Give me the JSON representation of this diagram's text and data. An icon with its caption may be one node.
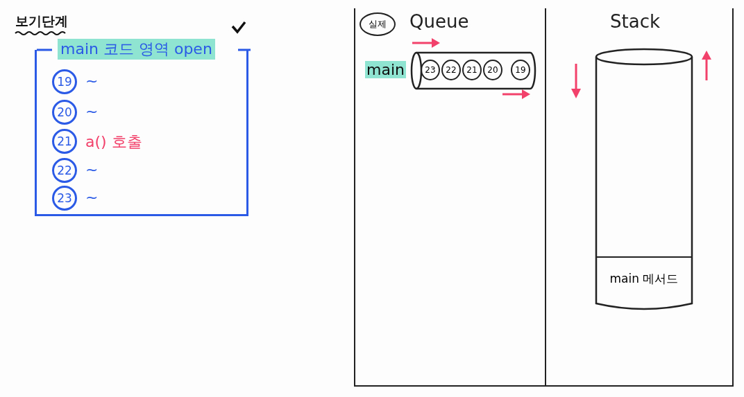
{
  "diagram": {
    "nodes": [
      {
        "text": [
          "main 코드 영역 open"
        ]
      },
      {
        "text": [
          "19"
        ],
        "in": 0,
        "beside": [
          "~"
        ]
      },
      {
        "text": [
          "20"
        ],
        "in": 0,
        "beside": [
          "~"
        ]
      },
      {
        "text": [
          "21"
        ],
        "in": 0,
        "beside": [
          "a() 호출"
        ]
      },
      {
        "text": [
          "22"
        ],
        "in": 0,
        "beside": [
          "~"
        ]
      },
      {
        "text": [
          "23"
        ],
        "in": 0,
        "beside": [
          "~"
        ]
      },
      {
        "text": [
          "Queue"
        ]
      },
      {
        "text": [
          "실제"
        ],
        "in": 6
      },
      {
        "text": [],
        "shape": "cylinder",
        "in": 6
      },
      {
        "text": [
          "23"
        ],
        "in": 8
      },
      {
        "text": [
          "22"
        ],
        "in": 8
      },
      {
        "text": [
          "21"
        ],
        "in": 8
      },
      {
        "text": [
          "20"
        ],
        "in": 8
      },
      {
        "text": [
          "19"
        ],
        "in": 8
      },
      {
        "text": [
          "Stack"
        ]
      },
      {
        "text": [],
        "shape": "cylinder",
        "in": 14
      },
      {
        "text": [
          "main 메서드"
        ],
        "in": 15
      }
    ],
    "edges": [],
    "labels": [
      "보기단계",
      "main"
    ]
  }
}
